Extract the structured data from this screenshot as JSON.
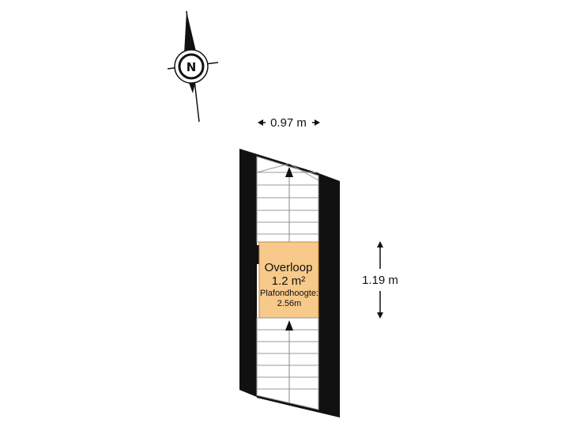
{
  "compass": {
    "letter": "N",
    "icon": "north-arrow-compass-icon"
  },
  "dimensions": {
    "width_label": "0.97 m",
    "height_label": "1.19 m"
  },
  "room": {
    "name": "Overloop",
    "area": "1.2 m²",
    "ceiling_label": "Plafondhoogte:",
    "ceiling_value": "2.56m",
    "fill_color": "#F7C98A",
    "stroke_color": "#C98A3A"
  },
  "stairs": {
    "upper_icon": "stair-direction-arrow-icon",
    "lower_icon": "stair-direction-arrow-icon"
  },
  "colors": {
    "wall": "#111111",
    "background": "#ffffff"
  }
}
